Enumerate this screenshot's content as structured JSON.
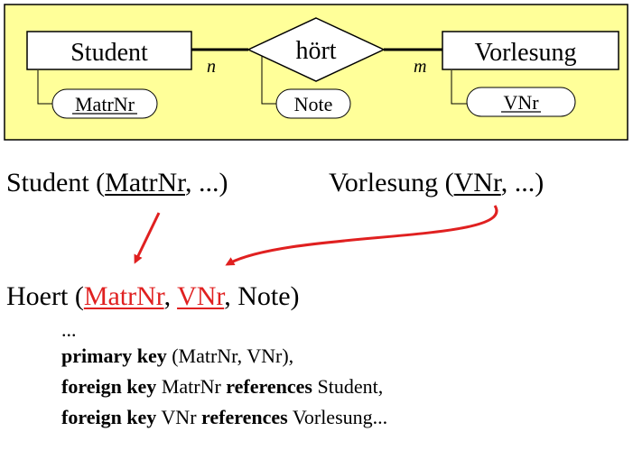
{
  "er": {
    "entity_left": "Student",
    "relationship": "hört",
    "entity_right": "Vorlesung",
    "attr_left": "MatrNr",
    "attr_mid": "Note",
    "attr_right": "VNr",
    "card_left": "n",
    "card_right": "m",
    "colors": {
      "panel_fill": "#ffff99",
      "panel_border": "#000000",
      "box_fill": "#ffffff"
    }
  },
  "relations": {
    "student": {
      "name": "Student",
      "open": "(",
      "key": "MatrNr",
      "rest": ", ...)"
    },
    "vorlesung": {
      "name": "Vorlesung",
      "open": "(",
      "key": "VNr",
      "rest": ", ...)"
    },
    "hoert": {
      "name": "Hoert",
      "open": "(",
      "key1": "MatrNr",
      "sep1": ", ",
      "key2": "VNr",
      "rest": ", Note)"
    }
  },
  "arrow_color": "#e02020",
  "sql": {
    "line0": "...",
    "line1": {
      "kw1": "primary key",
      "t1": " (MatrNr, VNr),"
    },
    "line2": {
      "kw1": "foreign key",
      "t1": " MatrNr ",
      "kw2": "references",
      "t2": " Student,"
    },
    "line3": {
      "kw1": "foreign key",
      "t1": " VNr ",
      "kw2": "references",
      "t2": " Vorlesung..."
    }
  }
}
